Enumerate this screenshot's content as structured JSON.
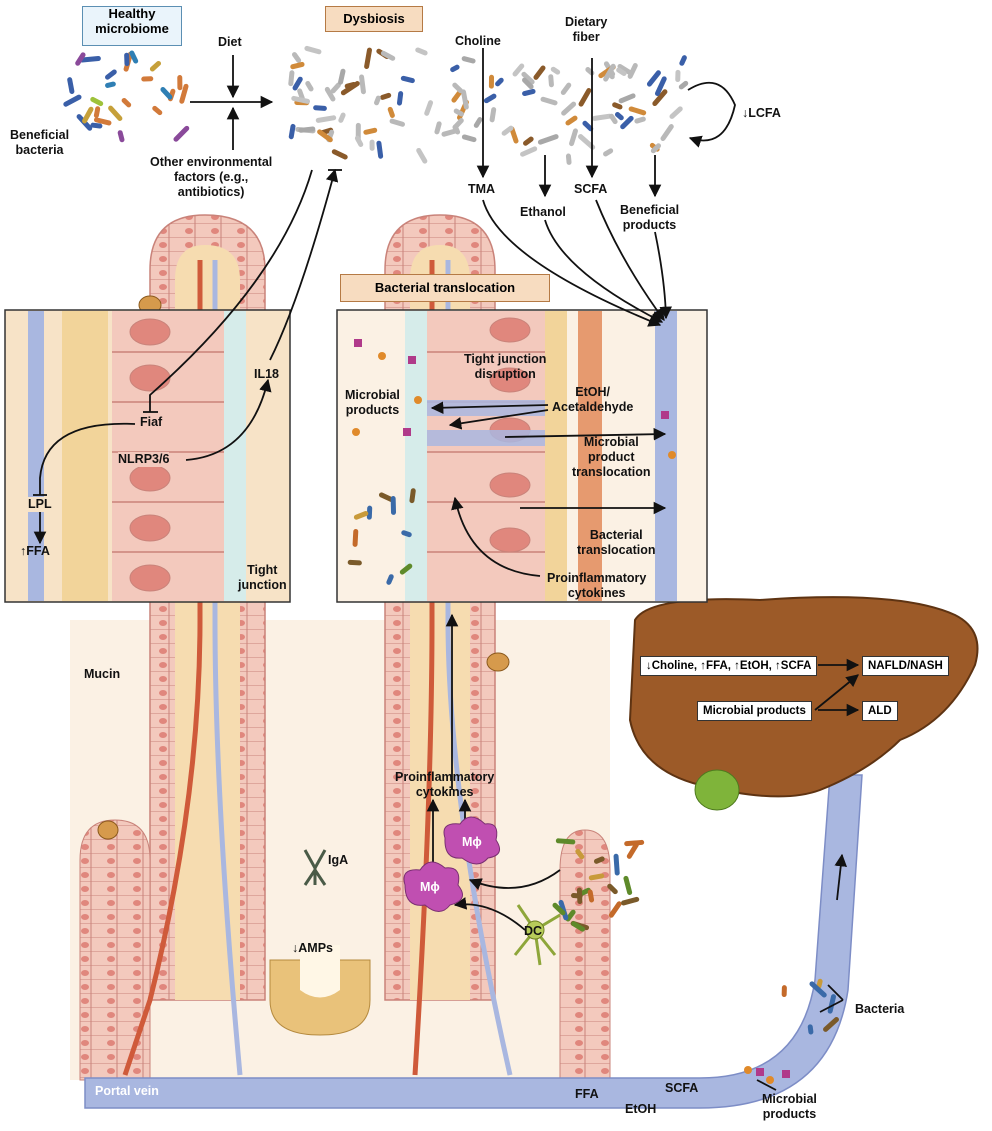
{
  "boxes": {
    "healthy_microbiome": "Healthy\nmicrobiome",
    "dysbiosis": "Dysbiosis",
    "bacterial_translocation": "Bacterial translocation"
  },
  "top_labels": {
    "beneficial_bacteria": "Beneficial\nbacteria",
    "diet": "Diet",
    "other_factors": "Other environmental\nfactors (e.g.,\nantibiotics)",
    "choline": "Choline",
    "dietary_fiber": "Dietary\nfiber",
    "lcfa": "↓LCFA",
    "tma": "TMA",
    "scfa": "SCFA",
    "ethanol": "Ethanol",
    "beneficial_products": "Beneficial\nproducts"
  },
  "left_inset": {
    "il18": "IL18",
    "fiaf": "Fiaf",
    "nlrp": "NLRP3/6",
    "lpl": "LPL",
    "ffa": "↑FFA",
    "tight_junction": "Tight\njunction"
  },
  "right_inset": {
    "tight_junction_disruption": "Tight junction\ndisruption",
    "microbial_products": "Microbial\nproducts",
    "etoh_acetaldehyde": "EtOH/\nAcetaldehyde",
    "microbial_product_translocation": "Microbial\nproduct\ntranslocation",
    "bacterial_translocation": "Bacterial\ntranslocation",
    "proinflammatory_cytokines": "Proinflammatory\ncytokines"
  },
  "lower": {
    "mucin": "Mucin",
    "proinflammatory_cytokines": "Proinflammatory\ncytokines",
    "m1": "Mϕ",
    "m2": "Mϕ",
    "iga": "IgA",
    "amps": "↓AMPs",
    "dc": "DC",
    "portal_vein": "Portal vein",
    "ffa": "FFA",
    "scfa": "SCFA",
    "etoh": "EtOH",
    "bacteria": "Bacteria",
    "microbial_products": "Microbial\nproducts"
  },
  "liver": {
    "factors": "↓Choline, ↑FFA, ↑EtOH, ↑SCFA",
    "nafld": "NAFLD/NASH",
    "microbial_products": "Microbial products",
    "ald": "ALD"
  },
  "colors": {
    "villus_fill": "#f3c9bd",
    "villus_core": "#f6dcb0",
    "vessel_blue": "#a9b7e0",
    "vessel_red": "#cf5a3a",
    "liver": "#9c5a28",
    "gallbladder": "#7fb43a",
    "box_blue_bg": "#eaf4fb",
    "box_orange_bg": "#f7dcc0"
  }
}
